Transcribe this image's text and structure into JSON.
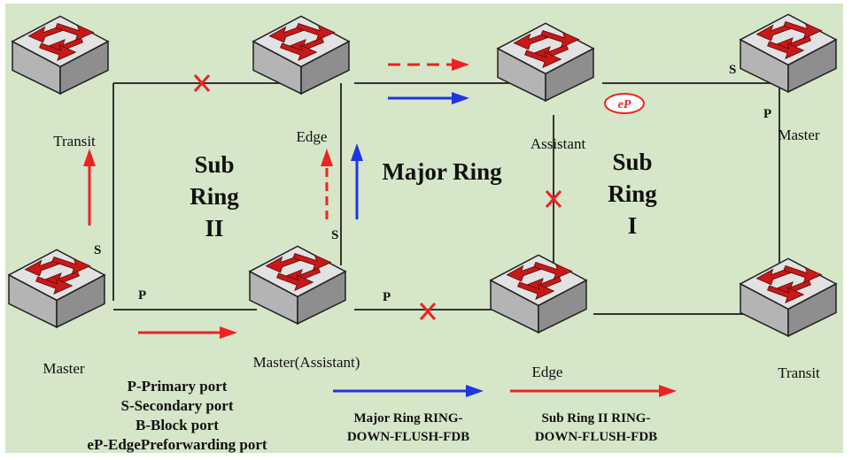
{
  "colors": {
    "background": "#d6e6c8",
    "link": "#333333",
    "red": "#ee2222",
    "blue": "#1f35e6",
    "switch_top": "#e4e4e4",
    "switch_side": "#a8a8a8"
  },
  "nodes": {
    "top_left": "Transit",
    "top_mid": "Edge",
    "top_right_center": "Assistant",
    "top_far_right": "Master",
    "bottom_left": "Master",
    "bottom_mid": "Master(Assistant)",
    "bottom_right_center": "Edge",
    "bottom_far_right": "Transit"
  },
  "ports": {
    "s_top_far_right": "S",
    "p_top_far_right": "P",
    "s_bottom_left": "S",
    "p_bottom_left": "P",
    "s_bottom_mid": "S",
    "p_bottom_mid": "P",
    "ep_badge": "eP"
  },
  "rings": {
    "sub_ring_2": [
      "Sub",
      "Ring",
      "II"
    ],
    "major": "Major Ring",
    "sub_ring_1": [
      "Sub",
      "Ring",
      "I"
    ]
  },
  "legend": {
    "items": [
      "P-Primary port",
      "S-Secondary port",
      "B-Block port",
      "eP-EdgePreforwarding port"
    ]
  },
  "arrow_legend": {
    "major": [
      "Major Ring RING-",
      "DOWN-FLUSH-FDB"
    ],
    "sub": [
      "Sub Ring II RING-",
      "DOWN-FLUSH-FDB"
    ]
  }
}
